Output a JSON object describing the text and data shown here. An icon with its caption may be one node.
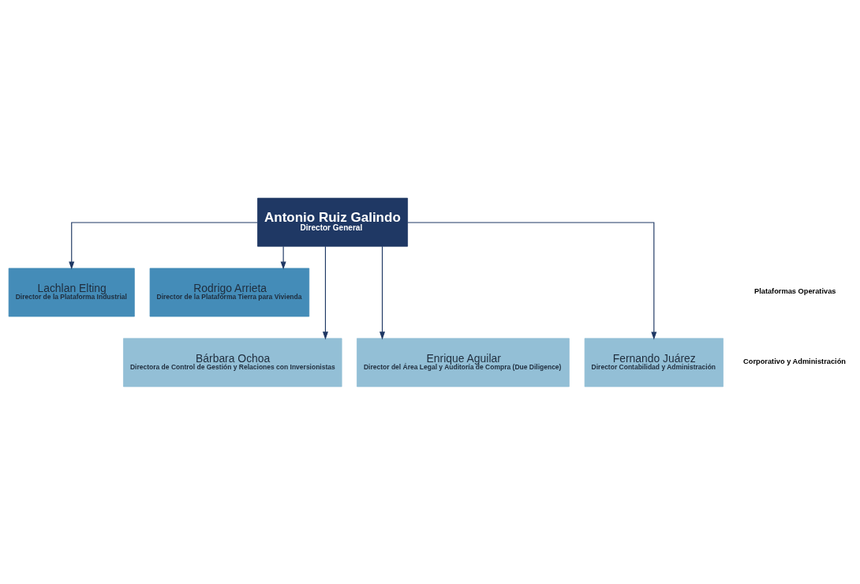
{
  "diagram": {
    "nodes": [
      {
        "text": [
          "Antonio Ruiz Galindo",
          "Director General"
        ]
      },
      {
        "text": [
          "Lachlan Elting",
          "Director de la Plataforma Industrial"
        ]
      },
      {
        "text": [
          "Rodrigo Arrieta",
          "Director de la Plataforma Tierra para Vivienda"
        ]
      },
      {
        "text": [
          "Bárbara Ochoa",
          "Directora de Control de Gestión y Relaciones con Inversionistas"
        ]
      },
      {
        "text": [
          "Enrique Aguilar",
          "Director del Área Legal y Auditoría de Compra (Due Diligence)"
        ]
      },
      {
        "text": [
          "Fernando Juárez",
          "Director Contabilidad y Administración"
        ]
      }
    ],
    "edges": [
      {
        "from": 0,
        "to": 3,
        "arrow": "to"
      },
      {
        "from": 0,
        "to": 1,
        "arrow": "to"
      },
      {
        "from": 0,
        "to": 4,
        "arrow": "to"
      },
      {
        "from": 0,
        "to": 2,
        "arrow": "to"
      },
      {
        "from": 0,
        "to": 5,
        "arrow": "to"
      }
    ],
    "labels": [
      "Plataformas Operativas",
      "Corporativo y Administración"
    ]
  }
}
